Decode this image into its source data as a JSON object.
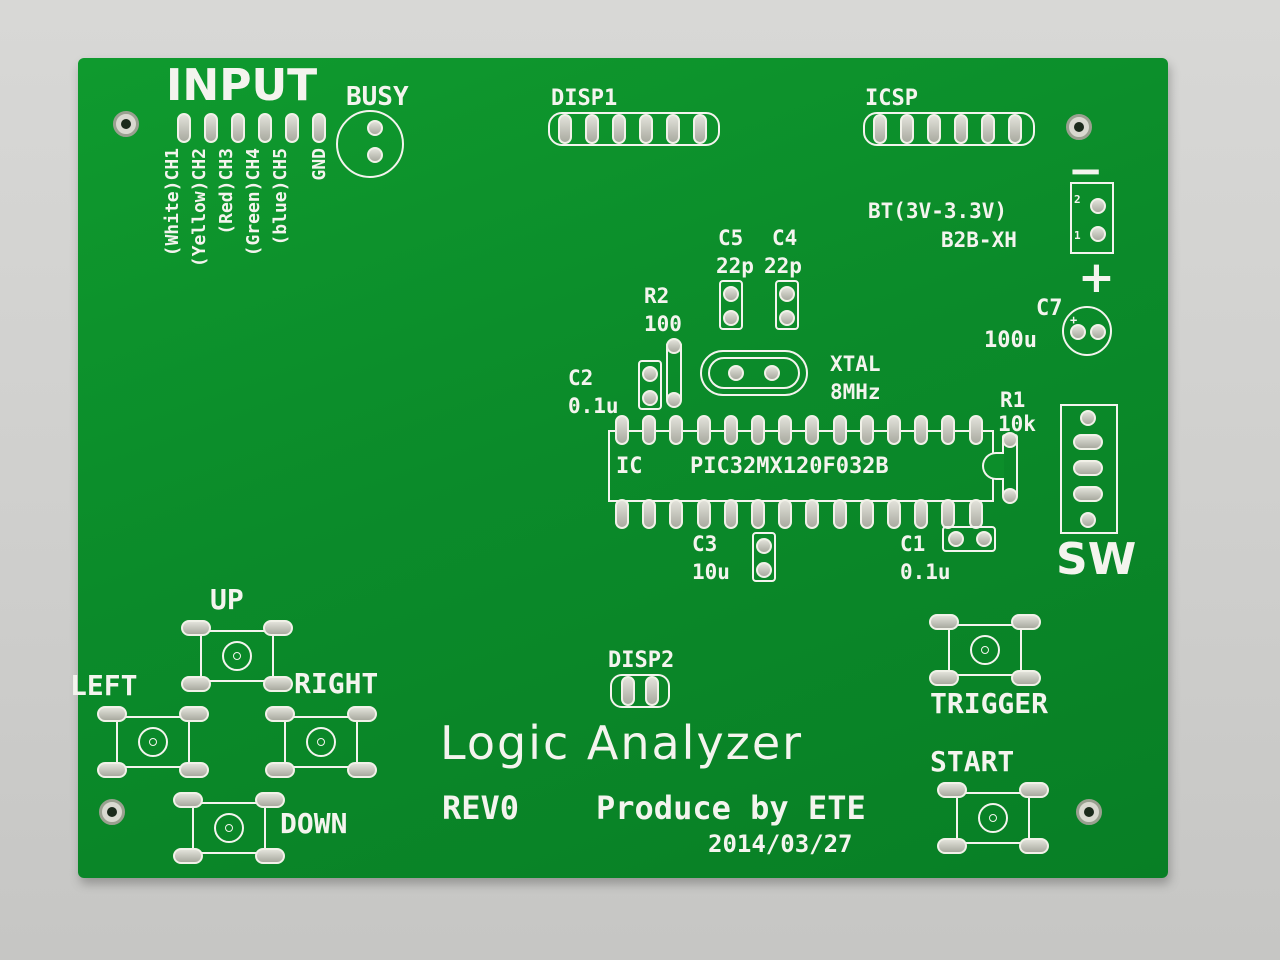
{
  "board": {
    "title": "Logic Analyzer",
    "revision": "REV0",
    "producer": "Produce by ETE",
    "date": "2014/03/27"
  },
  "input": {
    "label": "INPUT",
    "busy_label": "BUSY",
    "channels": [
      "(White)CH1",
      "(Yellow)CH2",
      "(Red)CH3",
      "(Green)CH4",
      "(blue)CH5",
      "GND"
    ]
  },
  "headers": {
    "disp1": "DISP1",
    "icsp": "ICSP",
    "disp2": "DISP2"
  },
  "battery": {
    "minus": "−",
    "plus": "+",
    "label1": "BT(3V-3.3V)",
    "label2": "B2B-XH",
    "pin2": "2",
    "pin1": "1"
  },
  "components": {
    "c5_name": "C5",
    "c5_value": "22p",
    "c4_name": "C4",
    "c4_value": "22p",
    "r2_name": "R2",
    "r2_value": "100",
    "c2_name": "C2",
    "c2_value": "0.1u",
    "xtal_name": "XTAL",
    "xtal_value": "8MHz",
    "c7_name": "C7",
    "c7_value": "100u",
    "c7_plus": "+",
    "r1_name": "R1",
    "r1_value": "10k",
    "ic_name": "IC",
    "ic_value": "PIC32MX120F032B",
    "c3_name": "C3",
    "c3_value": "10u",
    "c1_name": "C1",
    "c1_value": "0.1u"
  },
  "switch_label": "SW",
  "buttons": {
    "up": "UP",
    "left": "LEFT",
    "right": "RIGHT",
    "down": "DOWN",
    "trigger": "TRIGGER",
    "start": "START"
  }
}
